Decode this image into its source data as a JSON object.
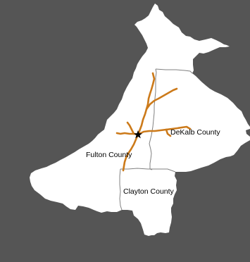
{
  "map": {
    "labels": {
      "fulton": "Fulton County",
      "dekalb": "DeKalb County",
      "clayton": "Clayton County"
    },
    "colors": {
      "background": "#555555",
      "land": "#ffffff",
      "border": "#808080",
      "route": "#cc7a1a",
      "marker": "#000000"
    },
    "marker_icon": "star-icon"
  }
}
